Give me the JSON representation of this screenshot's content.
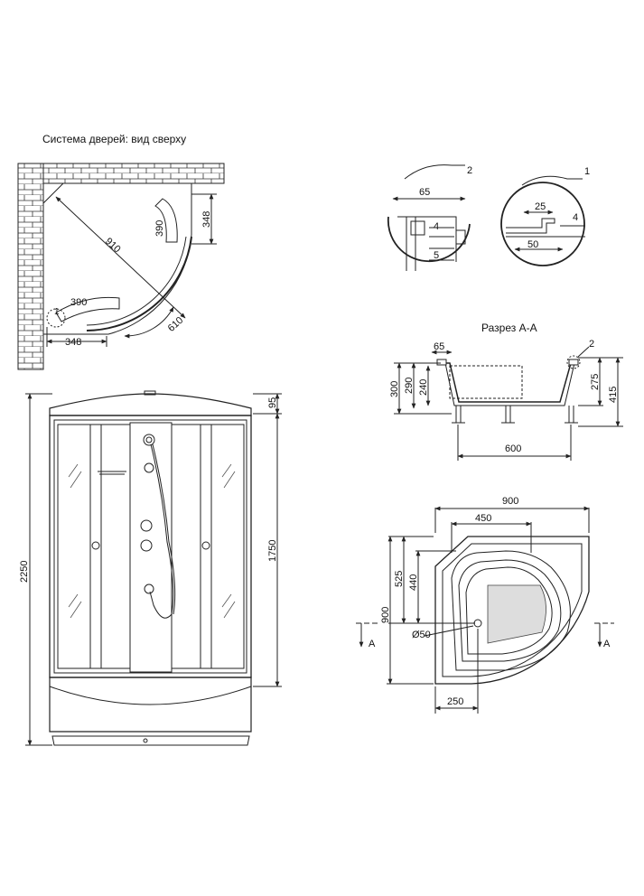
{
  "top_view": {
    "title": "Система дверей: вид сверху",
    "dims": {
      "d910": "910",
      "d390a": "390",
      "d348a": "348",
      "d390b": "390",
      "d610": "610",
      "d348b": "348"
    },
    "marker": "1"
  },
  "details": {
    "detail2": {
      "id": "2",
      "d65": "65",
      "d4": "4",
      "d5": "5"
    },
    "detail1": {
      "id": "1",
      "d25": "25",
      "d4": "4",
      "d50": "50"
    }
  },
  "section": {
    "title": "Разрез А-А",
    "dims": {
      "d65": "65",
      "d300": "300",
      "d290": "290",
      "d240": "240",
      "d275": "275",
      "d415": "415",
      "d600": "600"
    },
    "marker": "2"
  },
  "front_view": {
    "dims": {
      "d2250": "2250",
      "d95": "95",
      "d1750": "1750"
    }
  },
  "tray_plan": {
    "dims": {
      "d900top": "900",
      "d450": "450",
      "d525": "525",
      "d440": "440",
      "d900left": "900",
      "d50": "Ø50",
      "d250": "250"
    },
    "cut_left": "A",
    "cut_right": "A"
  }
}
